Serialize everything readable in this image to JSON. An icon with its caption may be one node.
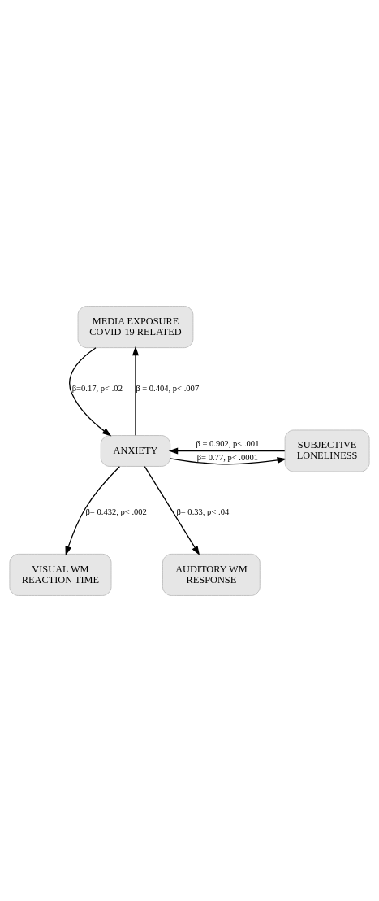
{
  "diagram": {
    "nodes": [
      {
        "text": [
          "MEDIA EXPOSURE COVID-19 RELATED"
        ]
      },
      {
        "text": [
          "ANXIETY"
        ]
      },
      {
        "text": [
          "SUBJECTIVE LONELINESS"
        ]
      },
      {
        "text": [
          "VISUAL WM REACTION TIME"
        ]
      },
      {
        "text": [
          "AUDITORY WM RESPONSE"
        ]
      }
    ],
    "edges": [
      {
        "from": 1,
        "to": 0,
        "arrow": "to",
        "label": "β = 0.404, p< .007"
      },
      {
        "from": 0,
        "to": 1,
        "arrow": "to",
        "label": "β=0.17, p< .02"
      },
      {
        "from": 2,
        "to": 1,
        "arrow": "to",
        "label": "β = 0.902, p< .001"
      },
      {
        "from": 1,
        "to": 2,
        "arrow": "to",
        "label": "β= 0.77, p< .0001"
      },
      {
        "from": 1,
        "to": 3,
        "arrow": "to",
        "label": "β= 0.432, p< .002"
      },
      {
        "from": 1,
        "to": 4,
        "arrow": "to",
        "label": "β= 0.33, p< .04"
      }
    ]
  }
}
